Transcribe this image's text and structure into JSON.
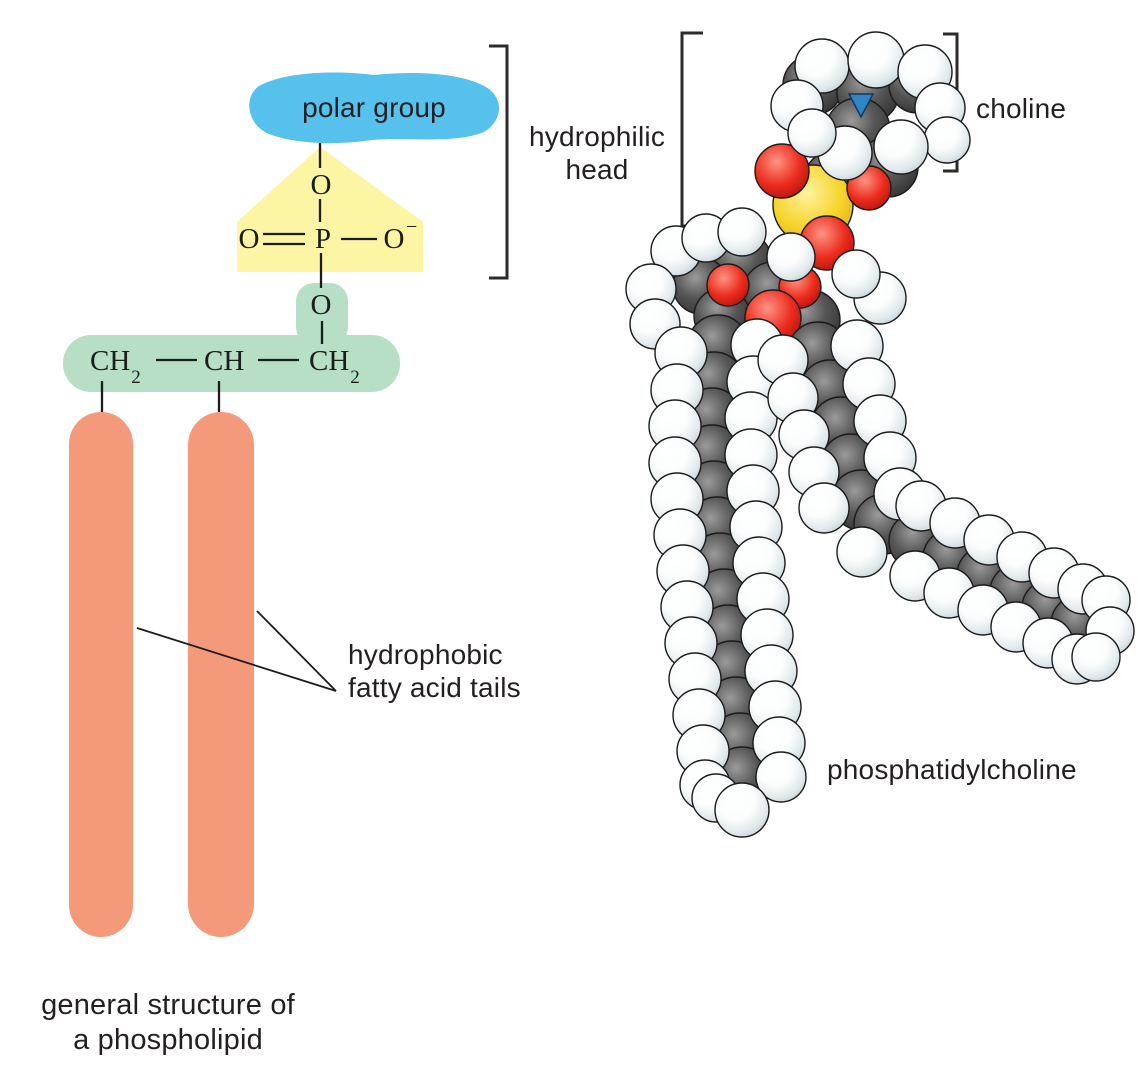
{
  "colors": {
    "polar_blob": "#55C1EC",
    "phosphate_bg": "#FBF5A4",
    "glycerol_bg": "#B6DFC5",
    "tail_fill": "#F5997B",
    "line": "#1c1c1c",
    "bracket": "#2B2B2B",
    "text": "#231F20"
  },
  "left_diagram": {
    "polar_group_label": "polar group",
    "formula": {
      "o_top": "O",
      "o_left": "O",
      "p": "P",
      "o_right": "O",
      "o_right_charge": "−",
      "o_bridge": "O",
      "c1_base": "CH",
      "c1_sub": "2",
      "c2_base": "CH",
      "c3_base": "CH",
      "c3_sub": "2"
    },
    "caption_line1": "general structure of",
    "caption_line2": "a phospholipid"
  },
  "annotations": {
    "hydrophilic_head_line1": "hydrophilic",
    "hydrophilic_head_line2": "head",
    "hydrophobic_tails_line1": "hydrophobic",
    "hydrophobic_tails_line2": "fatty acid tails",
    "choline": "choline",
    "molecule_name": "phosphatidylcholine"
  },
  "molecule": {
    "atom_colors": {
      "H": "#FFFFFF",
      "C": "#3E3E3E",
      "O": "#E2231A",
      "P": "#F5D327",
      "N": "#2E86C8"
    },
    "atoms": [
      [
        "C",
        813,
        85,
        30
      ],
      [
        "C",
        868,
        92,
        31
      ],
      [
        "C",
        917,
        85,
        28
      ],
      [
        "C",
        858,
        130,
        32
      ],
      [
        "C",
        888,
        167,
        30
      ],
      [
        "C",
        833,
        180,
        29
      ],
      [
        "C",
        742,
        262,
        30
      ],
      [
        "C",
        701,
        286,
        28
      ],
      [
        "C",
        773,
        292,
        30
      ],
      [
        "C",
        810,
        320,
        30
      ],
      [
        "C",
        722,
        316,
        28
      ],
      [
        "P",
        813,
        205,
        40
      ],
      [
        "O",
        782,
        171,
        27
      ],
      [
        "O",
        869,
        188,
        22
      ],
      [
        "O",
        827,
        243,
        27
      ],
      [
        "H",
        822,
        66,
        27
      ],
      [
        "H",
        876,
        60,
        28
      ],
      [
        "H",
        925,
        72,
        27
      ],
      [
        "H",
        797,
        106,
        26
      ],
      [
        "H",
        940,
        108,
        25
      ],
      [
        "H",
        947,
        140,
        23
      ],
      [
        "H",
        901,
        147,
        27
      ],
      [
        "H",
        845,
        153,
        27
      ],
      [
        "H",
        812,
        133,
        24
      ],
      [
        "N",
        861,
        103,
        13
      ],
      [
        "O",
        728,
        285,
        21
      ],
      [
        "O",
        800,
        287,
        21
      ],
      [
        "H",
        676,
        251,
        25
      ],
      [
        "H",
        706,
        238,
        24
      ],
      [
        "H",
        742,
        232,
        24
      ],
      [
        "H",
        651,
        289,
        25
      ],
      [
        "H",
        655,
        324,
        25
      ],
      [
        "H",
        791,
        257,
        24
      ],
      [
        "H",
        880,
        298,
        26
      ],
      [
        "H",
        856,
        274,
        24
      ],
      [
        "O",
        773,
        318,
        28
      ],
      [
        "C",
        718,
        345,
        30
      ],
      [
        "C",
        714,
        382,
        30
      ],
      [
        "C",
        712,
        418,
        30
      ],
      [
        "C",
        712,
        455,
        30
      ],
      [
        "C",
        714,
        491,
        30
      ],
      [
        "C",
        717,
        527,
        30
      ],
      [
        "C",
        720,
        563,
        30
      ],
      [
        "C",
        724,
        599,
        30
      ],
      [
        "C",
        728,
        635,
        30
      ],
      [
        "C",
        732,
        671,
        30
      ],
      [
        "C",
        736,
        707,
        30
      ],
      [
        "C",
        740,
        743,
        30
      ],
      [
        "C",
        742,
        777,
        30
      ],
      [
        "H",
        681,
        353,
        26
      ],
      [
        "H",
        757,
        345,
        26
      ],
      [
        "H",
        677,
        390,
        26
      ],
      [
        "H",
        753,
        382,
        26
      ],
      [
        "H",
        675,
        426,
        26
      ],
      [
        "H",
        751,
        418,
        26
      ],
      [
        "H",
        675,
        463,
        26
      ],
      [
        "H",
        751,
        455,
        26
      ],
      [
        "H",
        677,
        499,
        26
      ],
      [
        "H",
        753,
        491,
        26
      ],
      [
        "H",
        680,
        535,
        26
      ],
      [
        "H",
        756,
        527,
        26
      ],
      [
        "H",
        683,
        571,
        26
      ],
      [
        "H",
        759,
        563,
        26
      ],
      [
        "H",
        687,
        607,
        26
      ],
      [
        "H",
        763,
        599,
        26
      ],
      [
        "H",
        691,
        643,
        26
      ],
      [
        "H",
        767,
        635,
        26
      ],
      [
        "H",
        695,
        679,
        26
      ],
      [
        "H",
        771,
        671,
        26
      ],
      [
        "H",
        699,
        715,
        26
      ],
      [
        "H",
        775,
        707,
        26
      ],
      [
        "H",
        703,
        751,
        26
      ],
      [
        "H",
        779,
        743,
        26
      ],
      [
        "H",
        705,
        785,
        25
      ],
      [
        "H",
        781,
        777,
        25
      ],
      [
        "H",
        716,
        798,
        24
      ],
      [
        "H",
        742,
        810,
        27
      ],
      [
        "C",
        818,
        352,
        30
      ],
      [
        "C",
        830,
        390,
        30
      ],
      [
        "C",
        841,
        427,
        30
      ],
      [
        "C",
        851,
        464,
        30
      ],
      [
        "C",
        861,
        500,
        30
      ],
      [
        "C",
        884,
        524,
        30
      ],
      [
        "C",
        918,
        541,
        29
      ],
      [
        "C",
        952,
        558,
        29
      ],
      [
        "C",
        986,
        575,
        29
      ],
      [
        "C",
        1019,
        592,
        29
      ],
      [
        "C",
        1051,
        608,
        29
      ],
      [
        "C",
        1080,
        624,
        29
      ],
      [
        "H",
        783,
        360,
        25
      ],
      [
        "H",
        857,
        346,
        26
      ],
      [
        "H",
        793,
        398,
        25
      ],
      [
        "H",
        869,
        384,
        26
      ],
      [
        "H",
        804,
        435,
        25
      ],
      [
        "H",
        880,
        421,
        26
      ],
      [
        "H",
        814,
        472,
        25
      ],
      [
        "H",
        890,
        458,
        26
      ],
      [
        "H",
        824,
        508,
        25
      ],
      [
        "H",
        900,
        494,
        26
      ],
      [
        "H",
        862,
        552,
        25
      ],
      [
        "H",
        921,
        506,
        25
      ],
      [
        "H",
        915,
        576,
        25
      ],
      [
        "H",
        955,
        523,
        25
      ],
      [
        "H",
        949,
        593,
        25
      ],
      [
        "H",
        989,
        540,
        25
      ],
      [
        "H",
        983,
        610,
        25
      ],
      [
        "H",
        1022,
        557,
        25
      ],
      [
        "H",
        1016,
        627,
        25
      ],
      [
        "H",
        1054,
        573,
        25
      ],
      [
        "H",
        1048,
        643,
        25
      ],
      [
        "H",
        1083,
        589,
        25
      ],
      [
        "H",
        1077,
        659,
        25
      ],
      [
        "H",
        1106,
        600,
        24
      ],
      [
        "H",
        1110,
        631,
        24
      ],
      [
        "H",
        1096,
        657,
        24
      ]
    ]
  }
}
